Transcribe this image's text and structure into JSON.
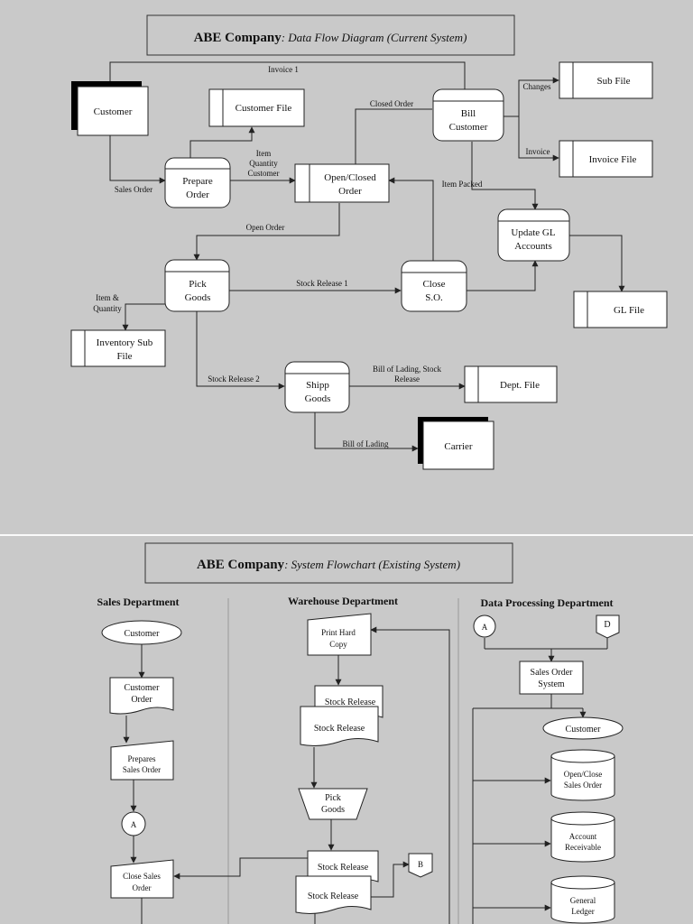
{
  "dfd": {
    "title_bold": "ABE Company",
    "title_italic": ": Data Flow Diagram (Current System)",
    "entities": {
      "customer": "Customer",
      "carrier": "Carrier"
    },
    "stores": {
      "customer_file": "Customer File",
      "sub_file": "Sub File",
      "invoice_file": "Invoice File",
      "gl_file": "GL File",
      "inventory_sub_file": [
        "Inventory Sub",
        "File"
      ],
      "dept_file": "Dept. File"
    },
    "processes": {
      "prepare_order": [
        "Prepare",
        "Order"
      ],
      "open_closed_order": [
        "Open/Closed",
        "Order"
      ],
      "bill_customer": [
        "Bill",
        "Customer"
      ],
      "update_gl": [
        "Update GL",
        "Accounts"
      ],
      "pick_goods": [
        "Pick",
        "Goods"
      ],
      "close_so": [
        "Close",
        "S.O."
      ],
      "shipp_goods": [
        "Shipp",
        "Goods"
      ]
    },
    "flows": {
      "invoice1": "Invoice 1",
      "sales_order": "Sales Order",
      "item_qty_customer": [
        "Item",
        "Quantity",
        "Customer"
      ],
      "closed_order": "Closed Order",
      "changes": "Changes",
      "invoice": "Invoice",
      "item_packed": "Item Packed",
      "open_order": "Open Order",
      "stock_release1": "Stock Release 1",
      "item_quantity": [
        "Item &",
        "Quantity"
      ],
      "stock_release2": "Stock Release 2",
      "bill_of_lading_stock": [
        "Bill of Lading, Stock",
        "Release"
      ],
      "bill_of_lading": "Bill of Lading"
    }
  },
  "flowchart": {
    "title_bold": "ABE Company",
    "title_italic": ": System Flowchart (Existing System)",
    "departments": {
      "sales": "Sales Department",
      "warehouse": "Warehouse Department",
      "data_processing": "Data Processing Department"
    },
    "sales": {
      "customer": "Customer",
      "customer_order": [
        "Customer",
        "Order"
      ],
      "prepares_sales_order": [
        "Prepares",
        "Sales Order"
      ],
      "connector_a": "A",
      "close_sales_order": [
        "Close Sales",
        "Order"
      ]
    },
    "warehouse": {
      "print_hard_copy": [
        "Print Hard",
        "Copy"
      ],
      "stock_release_back": "Stock Release",
      "stock_release_front": "Stock Release",
      "pick_goods": [
        "Pick",
        "Goods"
      ],
      "stock_release_back2": "Stock Release",
      "stock_release_front2": "Stock Release",
      "connector_b": "B"
    },
    "data_processing": {
      "connector_a": "A",
      "connector_d": "D",
      "sales_order_system": [
        "Sales Order",
        "System"
      ],
      "customer": "Customer",
      "open_close_sales_order": [
        "Open/Close",
        "Sales Order"
      ],
      "account_receivable": [
        "Account",
        "Receivable"
      ],
      "general_ledger": [
        "General",
        "Ledger"
      ]
    }
  }
}
